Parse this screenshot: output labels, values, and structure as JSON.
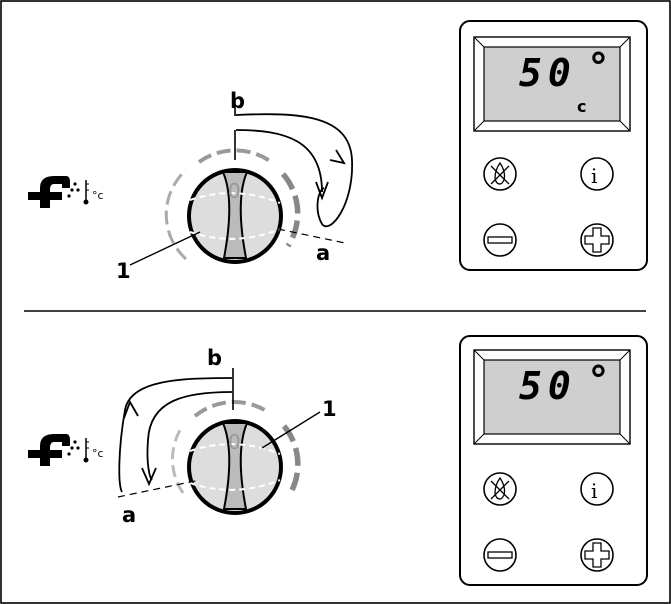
{
  "panels": [
    {
      "id": "top",
      "callout_number": "1",
      "label_b": "b",
      "label_a": "a",
      "display": {
        "value": "50",
        "degree_symbol": "°",
        "unit": "c"
      },
      "icons": {
        "hot_water": "hot-water-tap-icon",
        "thermometer": "thermometer-icon",
        "unit_symbol": "°c",
        "buttons": [
          "flame-off-icon",
          "info-icon",
          "minus-icon",
          "plus-icon"
        ]
      }
    },
    {
      "id": "bottom",
      "callout_number": "1",
      "label_b": "b",
      "label_a": "a",
      "display": {
        "value": "50",
        "degree_symbol": "°",
        "unit": ""
      },
      "icons": {
        "hot_water": "hot-water-tap-icon",
        "thermometer": "thermometer-icon",
        "unit_symbol": "°c",
        "buttons": [
          "flame-off-icon",
          "info-icon",
          "minus-icon",
          "plus-icon"
        ]
      }
    }
  ],
  "colors": {
    "line": "#000000",
    "dash_grey": "#999999",
    "lcd_fill": "#cfcfcf",
    "knob_fill": "#dddddd"
  }
}
